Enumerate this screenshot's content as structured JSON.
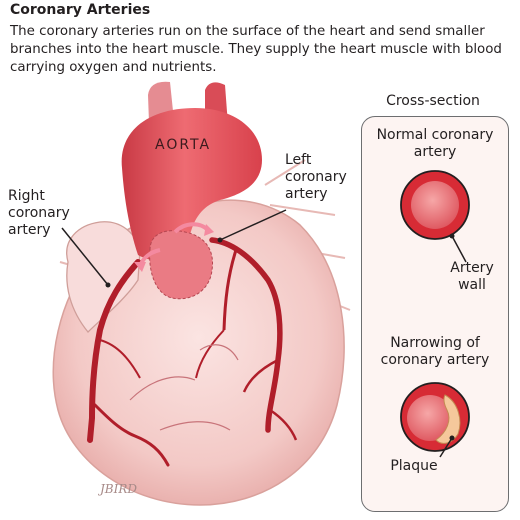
{
  "title": "Coronary Arteries",
  "description": "The coronary arteries run on the surface of the heart and send smaller branches into the heart muscle.  They supply the heart muscle with blood carrying oxygen and nutrients.",
  "labels": {
    "aorta": "AORTA",
    "left_coronary": [
      "Left",
      "coronary",
      "artery"
    ],
    "right_coronary": [
      "Right",
      "coronary",
      "artery"
    ]
  },
  "cross_section": {
    "title": "Cross-section",
    "normal": [
      "Normal coronary",
      "artery"
    ],
    "artery_wall": [
      "Artery",
      "wall"
    ],
    "narrowing": [
      "Narrowing of",
      "coronary artery"
    ],
    "plaque": "Plaque"
  },
  "signature": "JBIRD",
  "colors": {
    "heart_muscle": "#f3c9c6",
    "aorta": "#e2525c",
    "artery": "#b01e2a",
    "panel_bg": "#fdf4f2",
    "plaque": "#f5c89b"
  }
}
